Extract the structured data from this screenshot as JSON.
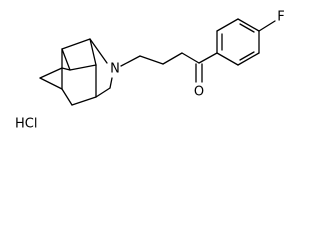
{
  "molecule": {
    "atom_labels": {
      "nitrogen": "N",
      "oxygen": "O",
      "fluorine": "F"
    },
    "salt": "HCl"
  }
}
